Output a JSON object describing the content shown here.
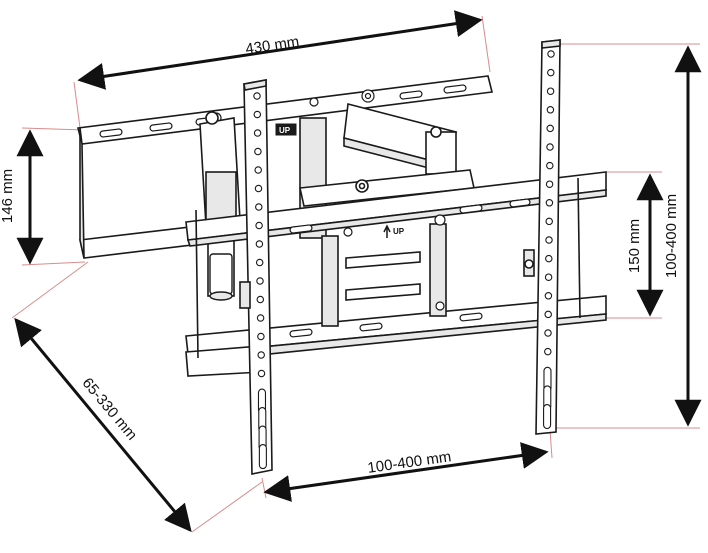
{
  "dimensions": {
    "top_width": "430 mm",
    "left_height": "146 mm",
    "right_height": "100-400 mm",
    "inner_height": "150 mm",
    "bottom_width": "100-400 mm",
    "diagonal": "65-330 mm"
  },
  "markings": {
    "arm_label": "UP",
    "frame_label": "UP"
  },
  "colors": {
    "line": "#1a1a1a",
    "guide": "#d98c8c",
    "fill": "#ffffff",
    "shade": "#e8e8e8"
  },
  "icons": [
    "up-arrow-icon"
  ]
}
